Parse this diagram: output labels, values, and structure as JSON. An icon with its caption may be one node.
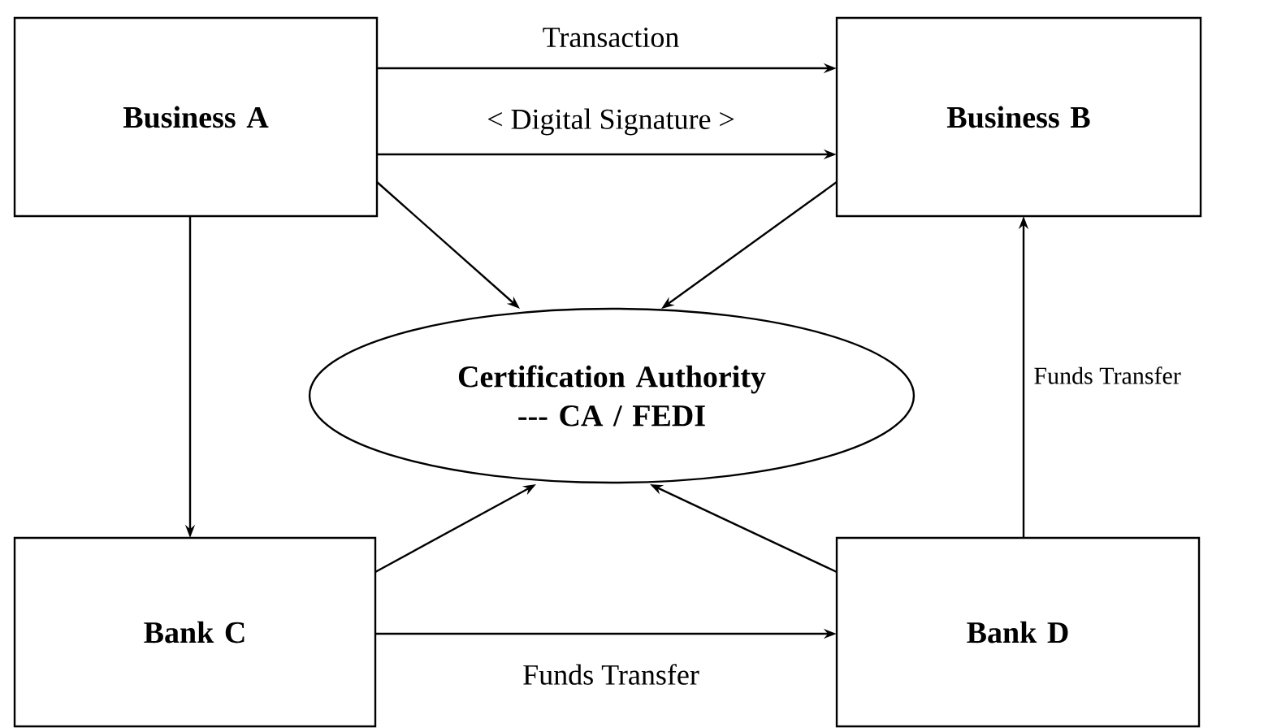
{
  "diagram": {
    "nodes": [
      {
        "text": [
          "Business A"
        ]
      },
      {
        "text": [
          "Business B"
        ]
      },
      {
        "text": [
          "Certification Authority --- CA / FEDI"
        ]
      },
      {
        "text": [
          "Bank C"
        ]
      },
      {
        "text": [
          "Bank D"
        ]
      }
    ],
    "edges": [
      {
        "from": 0,
        "to": 1,
        "arrow": "to",
        "label": "Transaction"
      },
      {
        "from": 0,
        "to": 1,
        "arrow": "to",
        "label": "< Digital Signature >"
      },
      {
        "from": 0,
        "to": 2,
        "arrow": "to"
      },
      {
        "from": 1,
        "to": 2,
        "arrow": "to"
      },
      {
        "from": 0,
        "to": 3,
        "arrow": "to"
      },
      {
        "from": 3,
        "to": 2,
        "arrow": "to"
      },
      {
        "from": 4,
        "to": 2,
        "arrow": "to"
      },
      {
        "from": 3,
        "to": 4,
        "arrow": "to",
        "label": "Funds Transfer"
      },
      {
        "from": 4,
        "to": 1,
        "arrow": "to",
        "label": "Funds Transfer"
      }
    ]
  }
}
